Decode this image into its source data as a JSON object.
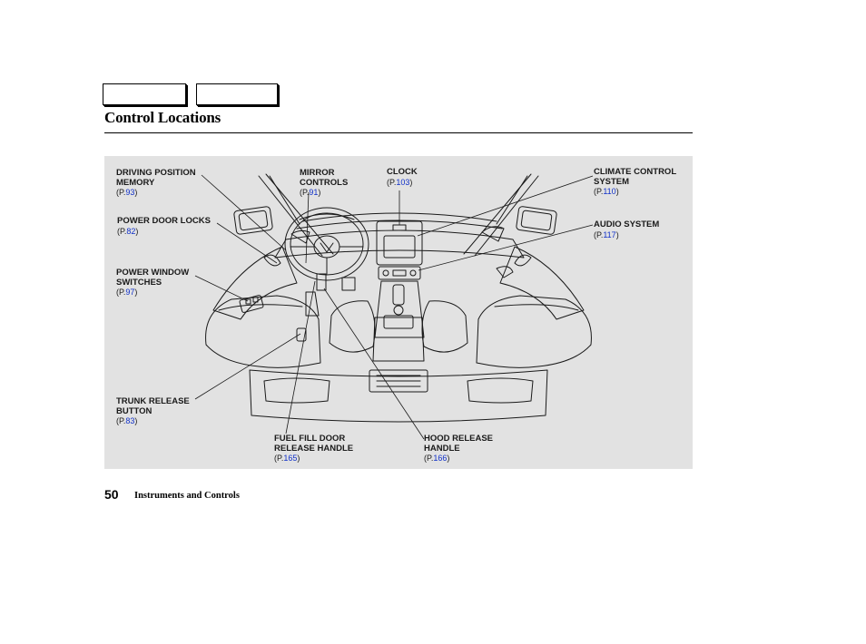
{
  "nav": {
    "main_label": "",
    "index_label": ""
  },
  "title": "Control Locations",
  "callouts": {
    "driving_position_memory": {
      "lines": [
        "DRIVING POSITION",
        "MEMORY"
      ],
      "ref_prefix": "(P.",
      "page": "93",
      "ref_suffix": ")"
    },
    "power_door_locks": {
      "lines": [
        "POWER DOOR LOCKS"
      ],
      "ref_prefix": "(P.",
      "page": "82",
      "ref_suffix": ")"
    },
    "power_window_switches": {
      "lines": [
        "POWER WINDOW",
        "SWITCHES"
      ],
      "ref_prefix": "(P.",
      "page": "97",
      "ref_suffix": ")"
    },
    "trunk_release_button": {
      "lines": [
        "TRUNK RELEASE",
        "BUTTON"
      ],
      "ref_prefix": "(P.",
      "page": "83",
      "ref_suffix": ")"
    },
    "mirror_controls": {
      "lines": [
        "MIRROR",
        "CONTROLS"
      ],
      "ref_prefix": "(P.",
      "page": "91",
      "ref_suffix": ")"
    },
    "clock": {
      "lines": [
        "CLOCK"
      ],
      "ref_prefix": "(P.",
      "page": "103",
      "ref_suffix": ")"
    },
    "climate_control_system": {
      "lines": [
        "CLIMATE CONTROL",
        "SYSTEM"
      ],
      "ref_prefix": "(P.",
      "page": "110",
      "ref_suffix": ")"
    },
    "audio_system": {
      "lines": [
        "AUDIO SYSTEM"
      ],
      "ref_prefix": "(P.",
      "page": "117",
      "ref_suffix": ")"
    },
    "fuel_fill_door_release_handle": {
      "lines": [
        "FUEL FILL DOOR",
        "RELEASE HANDLE"
      ],
      "ref_prefix": "(P.",
      "page": "165",
      "ref_suffix": ")"
    },
    "hood_release_handle": {
      "lines": [
        "HOOD RELEASE",
        "HANDLE"
      ],
      "ref_prefix": "(P.",
      "page": "166",
      "ref_suffix": ")"
    }
  },
  "footer": {
    "page_number": "50",
    "section": "Instruments and Controls"
  },
  "colors": {
    "link": "#1030c8",
    "panel": "#e2e2e2",
    "text": "#1a1a1a"
  }
}
